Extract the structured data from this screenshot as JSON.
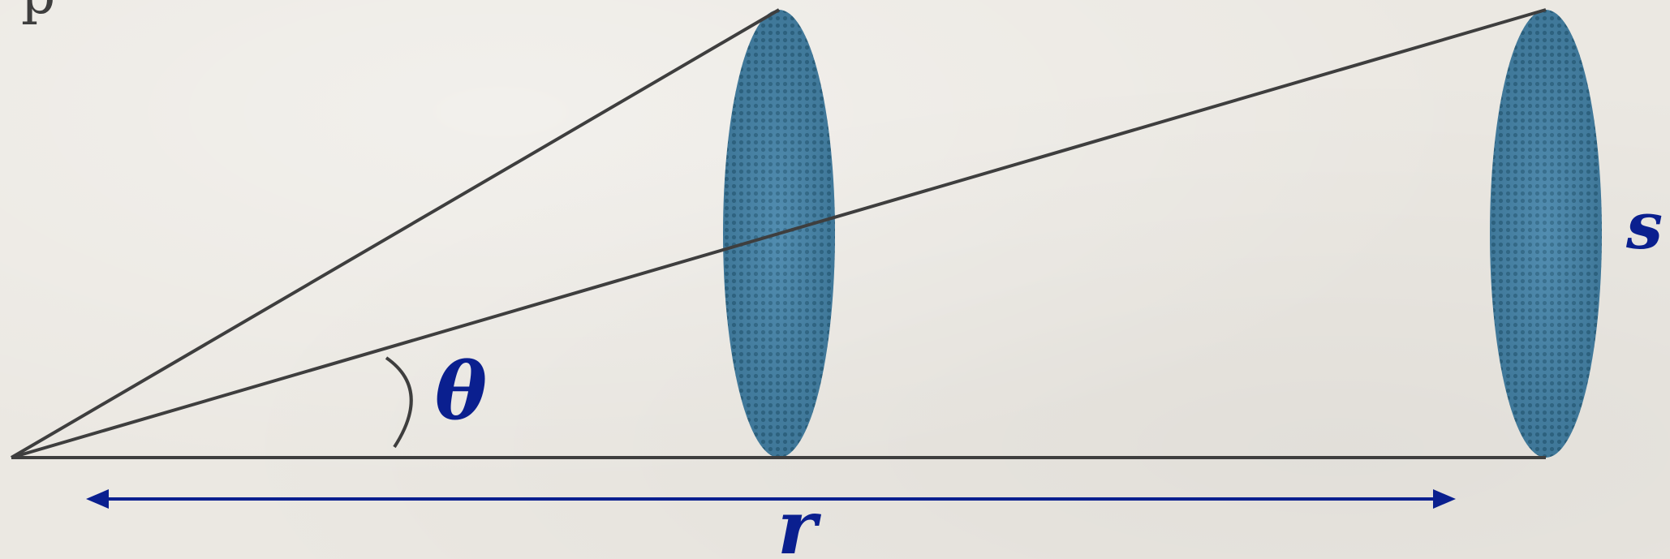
{
  "labels": {
    "theta": "θ",
    "s": "s",
    "r": "r",
    "corner_glyph": "p"
  },
  "colors": {
    "background": "#ebe8e2",
    "line": "#3e3e3e",
    "disc": "#4a86aa",
    "disc_dark": "#2f6583",
    "label": "#0a1f8f",
    "arrow": "#0a1f8f"
  }
}
